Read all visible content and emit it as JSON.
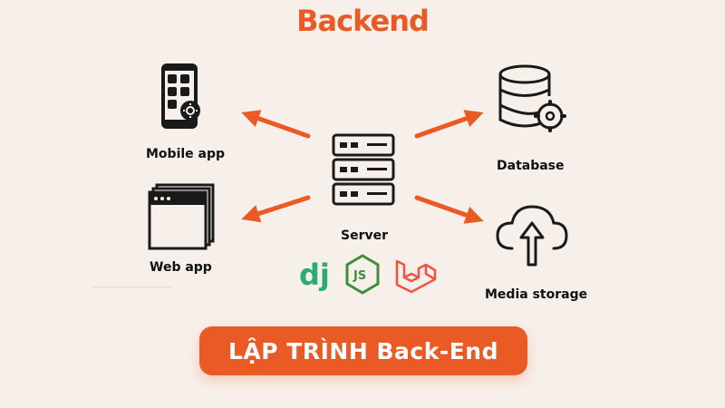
{
  "title": "Backend",
  "nodes": {
    "mobile": "Mobile app",
    "web": "Web app",
    "server": "Server",
    "database": "Database",
    "media": "Media storage"
  },
  "banner": "LẬP TRÌNH Back-End",
  "colors": {
    "accent": "#ea5a24",
    "background": "#f7f0ea",
    "django": "#2ba977",
    "nodejs": "#3f8f3a",
    "laravel": "#f05340"
  },
  "icons": [
    "smartphone-icon",
    "browser-window-icon",
    "server-rack-icon",
    "database-gear-icon",
    "cloud-upload-icon",
    "django-logo",
    "nodejs-logo",
    "laravel-logo"
  ]
}
